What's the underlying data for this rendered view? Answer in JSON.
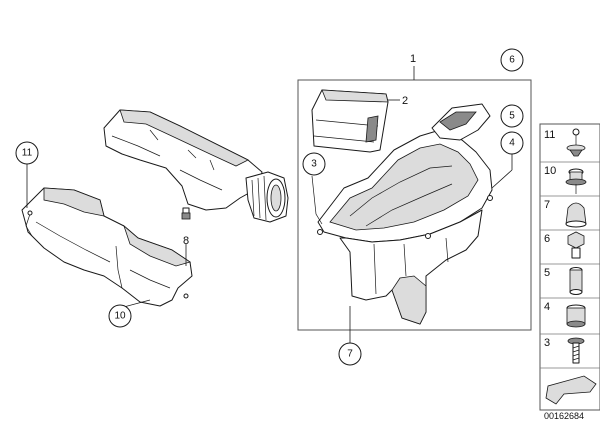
{
  "diagram": {
    "doc_id": "00162684",
    "main_labels": {
      "l1": "1",
      "l2": "2",
      "c3": "3",
      "c4": "4",
      "c5": "5",
      "c6": "6",
      "c7": "7",
      "c8": "8",
      "c10": "10",
      "c11": "11"
    },
    "legend": {
      "items": [
        "11",
        "10",
        "7",
        "6",
        "5",
        "4",
        "3"
      ]
    }
  }
}
